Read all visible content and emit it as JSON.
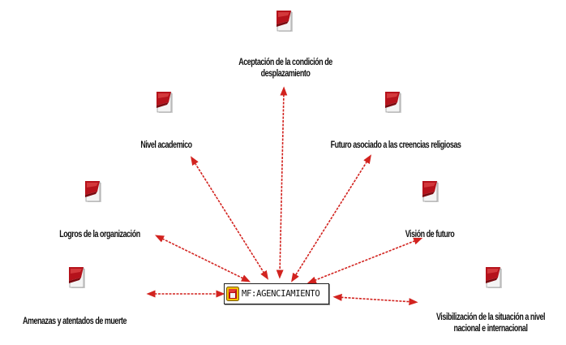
{
  "center": {
    "label": "MF:AGENCIAMIENTO",
    "icon": "family-network-icon"
  },
  "nodes": [
    {
      "id": "aceptacion",
      "label_lines": [
        "Aceptación de la condición de",
        "desplazamiento"
      ],
      "icon": "document-icon"
    },
    {
      "id": "nivel",
      "label_lines": [
        "Nivel academico"
      ],
      "icon": "document-icon"
    },
    {
      "id": "futuro-creencias",
      "label_lines": [
        "Futuro asociado a las creencias religiosas"
      ],
      "icon": "document-icon"
    },
    {
      "id": "logros",
      "label_lines": [
        "Logros de la organización"
      ],
      "icon": "document-icon"
    },
    {
      "id": "vision",
      "label_lines": [
        "Visión de futuro"
      ],
      "icon": "document-icon"
    },
    {
      "id": "amenazas",
      "label_lines": [
        "Amenazas y atentados  de muerte"
      ],
      "icon": "document-icon"
    },
    {
      "id": "visibilizacion",
      "label_lines": [
        "Visibilización de la situación a nivel",
        "nacional e internacional"
      ],
      "icon": "document-icon"
    }
  ],
  "colors": {
    "link": "#d2231f",
    "doc_red": "#b5121b",
    "doc_red_dark": "#7a0a10",
    "doc_page": "#f4f4f4",
    "text": "#111111"
  }
}
